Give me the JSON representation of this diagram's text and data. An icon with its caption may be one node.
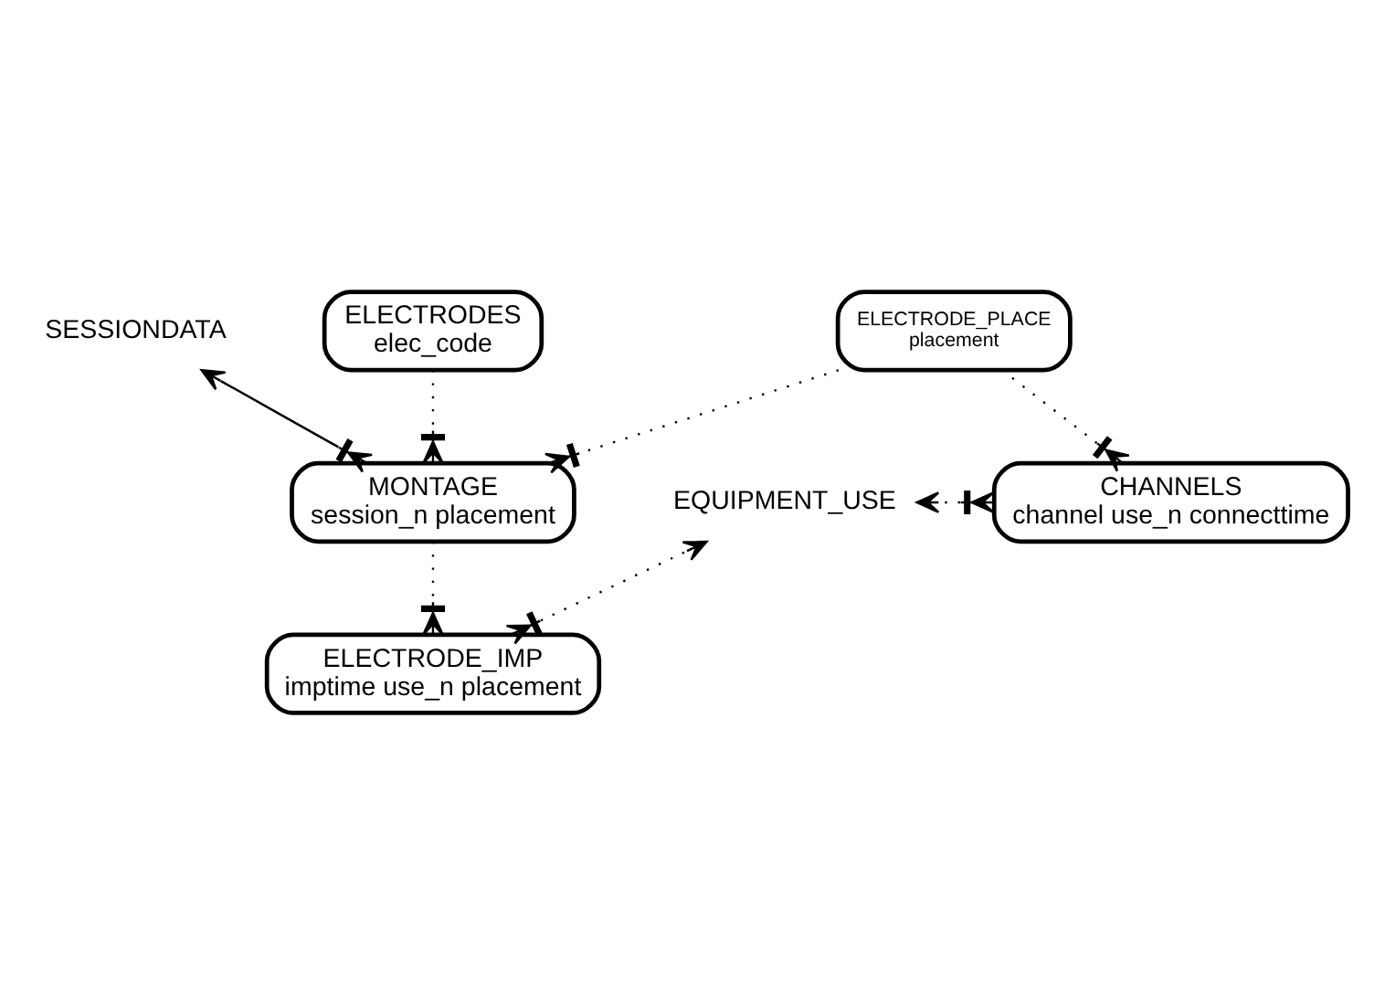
{
  "diagram": {
    "nodes": [
      {
        "text": [
          "SESSIONDATA"
        ]
      },
      {
        "text": [
          "ELECTRODE_PLACE",
          "placement"
        ]
      },
      {
        "text": [
          "ELECTRODES",
          "elec_code"
        ]
      },
      {
        "text": [
          "MONTAGE",
          "session_n placement"
        ]
      },
      {
        "text": [
          "EQUIPMENT_USE"
        ]
      },
      {
        "text": [
          "CHANNELS",
          "channel use_n connecttime"
        ]
      },
      {
        "text": [
          "ELECTRODE_IMP",
          "imptime use_n placement"
        ]
      }
    ],
    "edges": [
      {
        "from": 3,
        "to": 0,
        "arrow": "to"
      },
      {
        "from": 1,
        "to": 3,
        "arrow": "other",
        "style": "dashed"
      },
      {
        "from": 2,
        "to": 3,
        "arrow": "other",
        "style": "dashed"
      },
      {
        "from": 1,
        "to": 5,
        "arrow": "other",
        "style": "dashed"
      },
      {
        "from": 3,
        "to": 6,
        "arrow": "other",
        "style": "dashed"
      },
      {
        "from": 5,
        "to": 4,
        "arrow": "to",
        "style": "dashed"
      },
      {
        "from": 6,
        "to": 4,
        "arrow": "to",
        "style": "dashed"
      }
    ]
  }
}
